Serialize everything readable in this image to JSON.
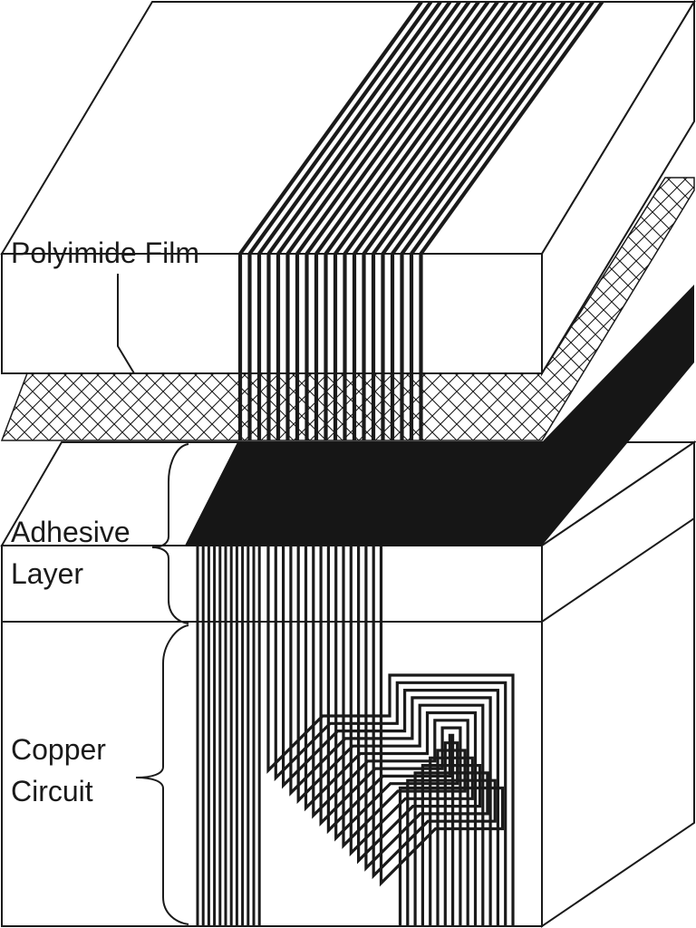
{
  "labels": {
    "polyimide": "Polyimide Film",
    "adhesive_line1": "Adhesive",
    "adhesive_line2": "Layer",
    "copper_line1": "Copper",
    "copper_line2": "Circuit"
  },
  "colors": {
    "stroke": "#1a1a1a",
    "fill": "#ffffff",
    "solid": "#161616"
  }
}
